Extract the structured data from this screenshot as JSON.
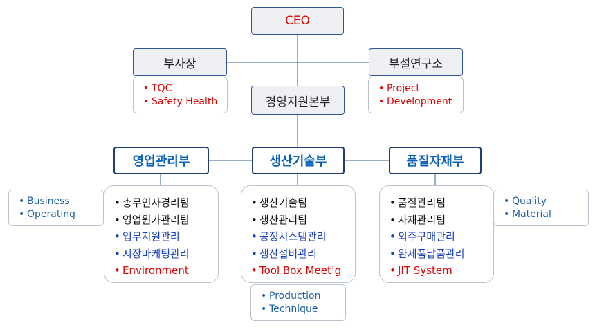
{
  "colors": {
    "red": "#e00000",
    "blue": "#1a3fc0",
    "teal": "#1f5fa6",
    "dept_text": "#0b61b7",
    "dept_border": "#1f3f73"
  },
  "bullet": "•",
  "ceo": {
    "label": "CEO"
  },
  "vice_president": {
    "label": "부사장",
    "notes": [
      {
        "text": "TQC",
        "color": "red"
      },
      {
        "text": "Safety Health",
        "color": "red"
      }
    ]
  },
  "research_lab": {
    "label": "부설연구소",
    "notes": [
      {
        "text": "Project",
        "color": "red"
      },
      {
        "text": "Development",
        "color": "red"
      }
    ]
  },
  "management_support": {
    "label": "경영지원본부"
  },
  "sales": {
    "label": "영업관리부",
    "side_notes": [
      {
        "text": "Business",
        "color": "teal"
      },
      {
        "text": "Operating",
        "color": "teal"
      }
    ],
    "teams": [
      {
        "text": "총무인사경리팀",
        "color": "black"
      },
      {
        "text": "영업원가관리팀",
        "color": "black"
      },
      {
        "text": "업무지원관리",
        "color": "blue"
      },
      {
        "text": "시장마케팅관리",
        "color": "blue"
      },
      {
        "text": "Environment",
        "color": "red"
      }
    ]
  },
  "production": {
    "label": "생산기술부",
    "teams": [
      {
        "text": "생산기술팀",
        "color": "black"
      },
      {
        "text": "생산관리팀",
        "color": "black"
      },
      {
        "text": "공정시스템관리",
        "color": "blue"
      },
      {
        "text": "생산설비관리",
        "color": "blue"
      },
      {
        "text": "Tool Box Meet’g",
        "color": "red"
      }
    ],
    "bottom_notes": [
      {
        "text": "Production",
        "color": "teal"
      },
      {
        "text": "Technique",
        "color": "teal"
      }
    ]
  },
  "quality": {
    "label": "품질자재부",
    "side_notes": [
      {
        "text": "Quality",
        "color": "teal"
      },
      {
        "text": "Material",
        "color": "teal"
      }
    ],
    "teams": [
      {
        "text": "품질관리팀",
        "color": "black"
      },
      {
        "text": "자재관리팀",
        "color": "black"
      },
      {
        "text": "외주구매관리",
        "color": "blue"
      },
      {
        "text": "완제품납품관리",
        "color": "blue"
      },
      {
        "text": "JIT System",
        "color": "red"
      }
    ]
  }
}
